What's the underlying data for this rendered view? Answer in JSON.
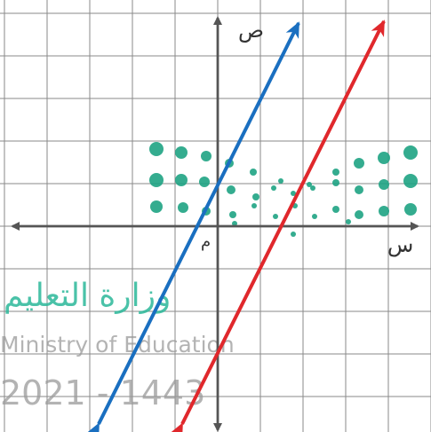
{
  "figure": {
    "axes": {
      "y_label": "ص",
      "x_label": "س",
      "origin_label": "م"
    },
    "lines": [
      {
        "name": "blue-line",
        "color": "#1a6fc0"
      },
      {
        "name": "red-line",
        "color": "#e0282c"
      }
    ],
    "colors": {
      "grid": "#8a8a8a",
      "axis": "#555555",
      "dots": "#1ea383",
      "watermark_green": "#2bb89a",
      "watermark_gray": "#9a9a9a"
    }
  },
  "watermark": {
    "arabic": "وزارة التعليم",
    "english": "Ministry of Education",
    "year": "2021 - 1443"
  }
}
